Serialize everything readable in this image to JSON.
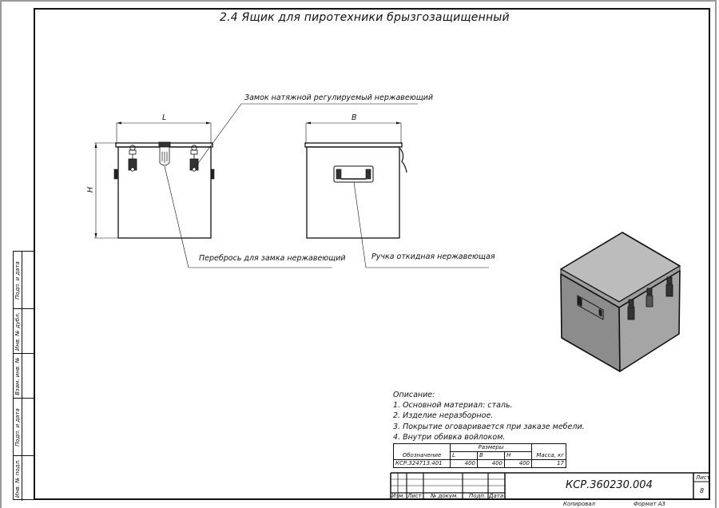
{
  "drawing": {
    "title": "2.4 Ящик для пиротехники брызгозащищенный",
    "callouts": {
      "lock": "Замок натяжной регулируемый нержавеющий",
      "hasp": "Перебрось для замка нержавеющий",
      "handle": "Ручка откидная нержавеющая"
    },
    "dimensions": {
      "L": "L",
      "B": "B",
      "H": "H"
    }
  },
  "description": {
    "heading": "Описание:",
    "items": [
      "1. Основной материал: сталь.",
      "2. Изделие неразборное.",
      "3. Покрытие оговаривается при заказе мебели.",
      "4. Внутри обивка войлоком."
    ]
  },
  "spec_table": {
    "group_header": "Размеры",
    "headers": {
      "designation": "Обозначение",
      "L": "L",
      "B": "B",
      "H": "H",
      "mass": "Масса, кг"
    },
    "rows": [
      {
        "designation": "КСР.324713.401",
        "L": "400",
        "B": "400",
        "H": "400",
        "mass": "17"
      }
    ]
  },
  "side_stamp": {
    "cells": [
      "Подп. и дата",
      "Инв. № дубл.",
      "Взам. инв. №",
      "Подп. и дата",
      "Инв. № подл."
    ]
  },
  "title_block": {
    "document_code": "КСР.360230.004",
    "sheet_label": "Лист",
    "sheet_number": "8",
    "columns": [
      "Изм.",
      "Лист",
      "№ докум.",
      "Подп.",
      "Дата"
    ],
    "copied_label": "Копировал",
    "format_label": "Формат А3"
  },
  "colors": {
    "line": "#111111",
    "box_top": "#b9b9b9",
    "box_left": "#8a8a8a",
    "box_right": "#a3a3a3",
    "page_edge": "#9a9a9a"
  }
}
